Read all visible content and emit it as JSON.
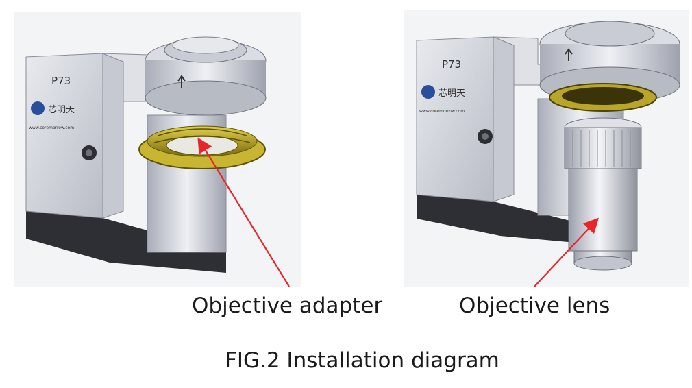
{
  "figure": {
    "title": "FIG.2 Installation diagram",
    "left": {
      "caption": "Objective adapter",
      "model": "P73",
      "brand": "芯明天",
      "url": "www.coremorrow.com"
    },
    "right": {
      "caption": "Objective lens",
      "model": "P73",
      "brand": "芯明天",
      "url": "www.coremorrow.com"
    }
  },
  "colors": {
    "arrow": "#e8262a",
    "thread": "#b5a11a",
    "metal": "#c9ccd4",
    "base": "#2d2f34"
  }
}
